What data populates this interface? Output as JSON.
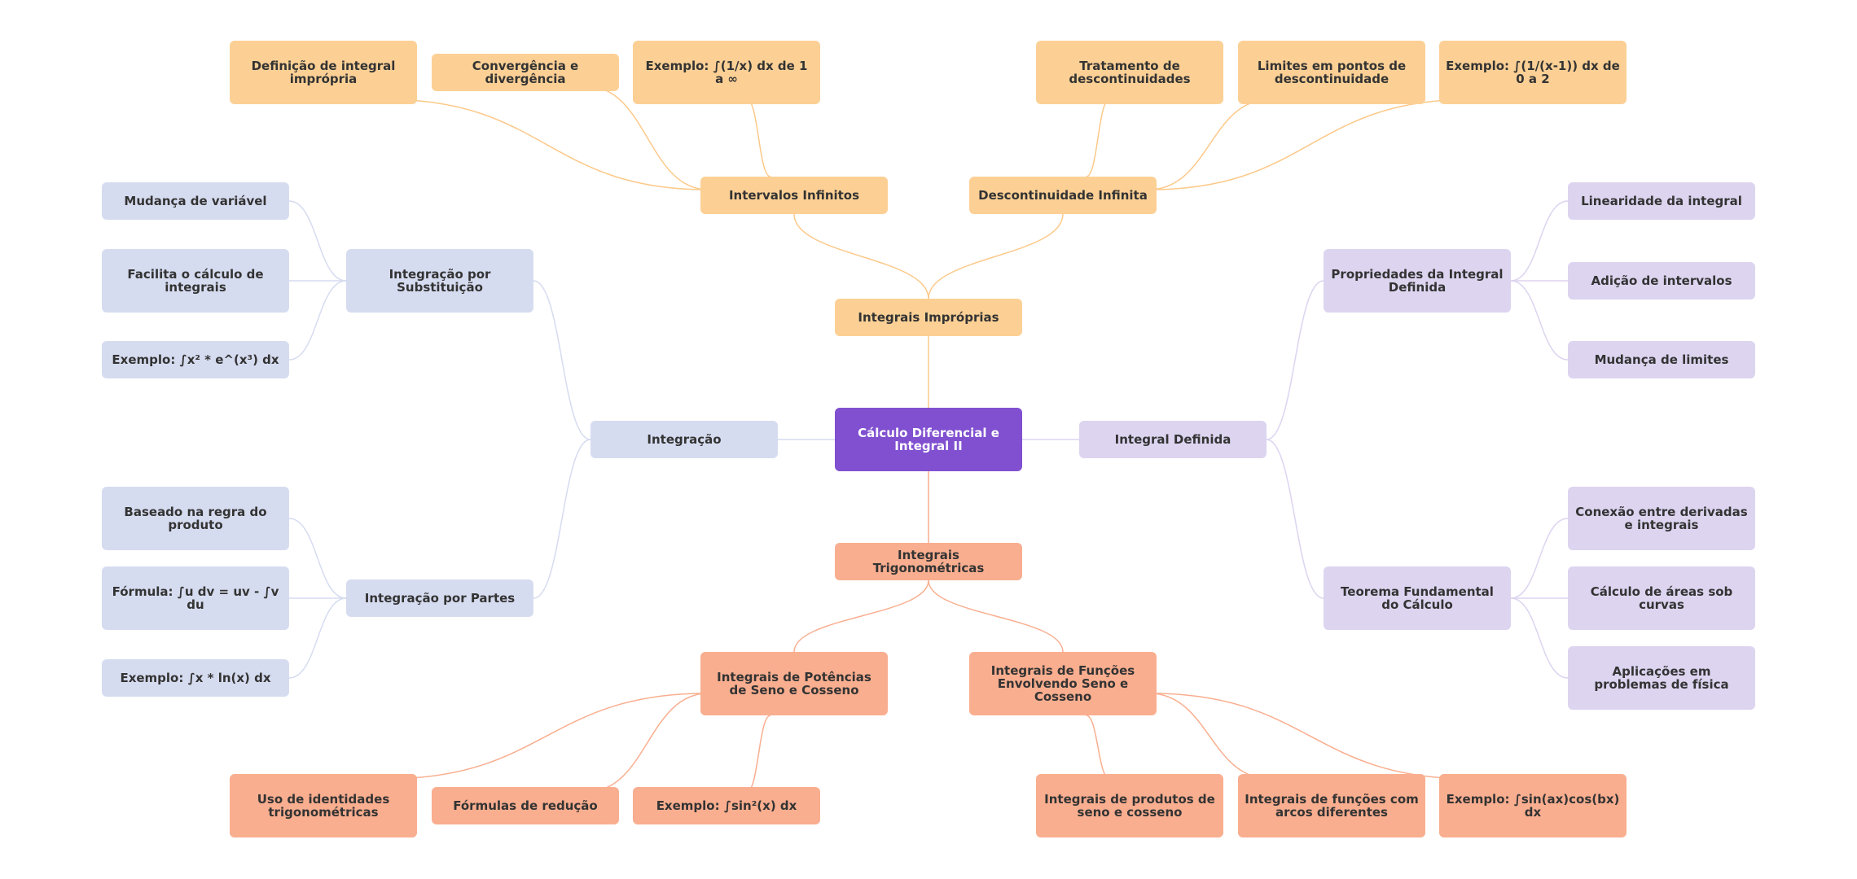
{
  "colors": {
    "root": "#8050d0",
    "improprias": "#fcd095",
    "integracao": "#d6dcf0",
    "definida": "#ddd4f0",
    "trigonometricas": "#f9ae8f",
    "edge_improprias": "#fcc98a",
    "edge_integracao": "#d6dcf0",
    "edge_definida": "#ddd4f0",
    "edge_trigonometricas": "#f9ae8f"
  },
  "root": {
    "label": "Cálculo Diferencial e Integral II"
  },
  "improprias": {
    "label": "Integrais Impróprias",
    "intervalos": {
      "label": "Intervalos Infinitos",
      "definicao": "Definição de integral imprópria",
      "convergencia": "Convergência e divergência",
      "exemplo": "Exemplo: ∫(1/x) dx de 1 a ∞"
    },
    "descontinuidade": {
      "label": "Descontinuidade Infinita",
      "tratamento": "Tratamento de descontinuidades",
      "limites": "Limites em pontos de descontinuidade",
      "exemplo": "Exemplo: ∫(1/(x-1)) dx de 0 a 2"
    }
  },
  "integracao": {
    "label": "Integração",
    "substituicao": {
      "label": "Integração por Substituição",
      "mudanca": "Mudança de variável",
      "facilita": "Facilita o cálculo de integrais",
      "exemplo": "Exemplo: ∫x² * e^(x³) dx"
    },
    "partes": {
      "label": "Integração por Partes",
      "baseado": "Baseado na regra do produto",
      "formula": "Fórmula: ∫u dv = uv - ∫v du",
      "exemplo": "Exemplo: ∫x * ln(x) dx"
    }
  },
  "definida": {
    "label": "Integral Definida",
    "propriedades": {
      "label": "Propriedades da Integral Definida",
      "linearidade": "Linearidade da integral",
      "adicao": "Adição de intervalos",
      "mudanca": "Mudança de limites"
    },
    "teorema": {
      "label": "Teorema Fundamental do Cálculo",
      "conexao": "Conexão entre derivadas e integrais",
      "areas": "Cálculo de áreas sob curvas",
      "aplicacoes": "Aplicações em problemas de física"
    }
  },
  "trigonometricas": {
    "label": "Integrais Trigonométricas",
    "potencias": {
      "label": "Integrais de Potências de Seno e Cosseno",
      "identidades": "Uso de identidades trigonométricas",
      "reducao": "Fórmulas de redução",
      "exemplo": "Exemplo: ∫sin²(x) dx"
    },
    "funcoes": {
      "label": "Integrais de Funções Envolvendo Seno e Cosseno",
      "produtos": "Integrais de produtos de seno e cosseno",
      "arcos": "Integrais de funções com arcos diferentes",
      "exemplo": "Exemplo: ∫sin(ax)cos(bx) dx"
    }
  }
}
